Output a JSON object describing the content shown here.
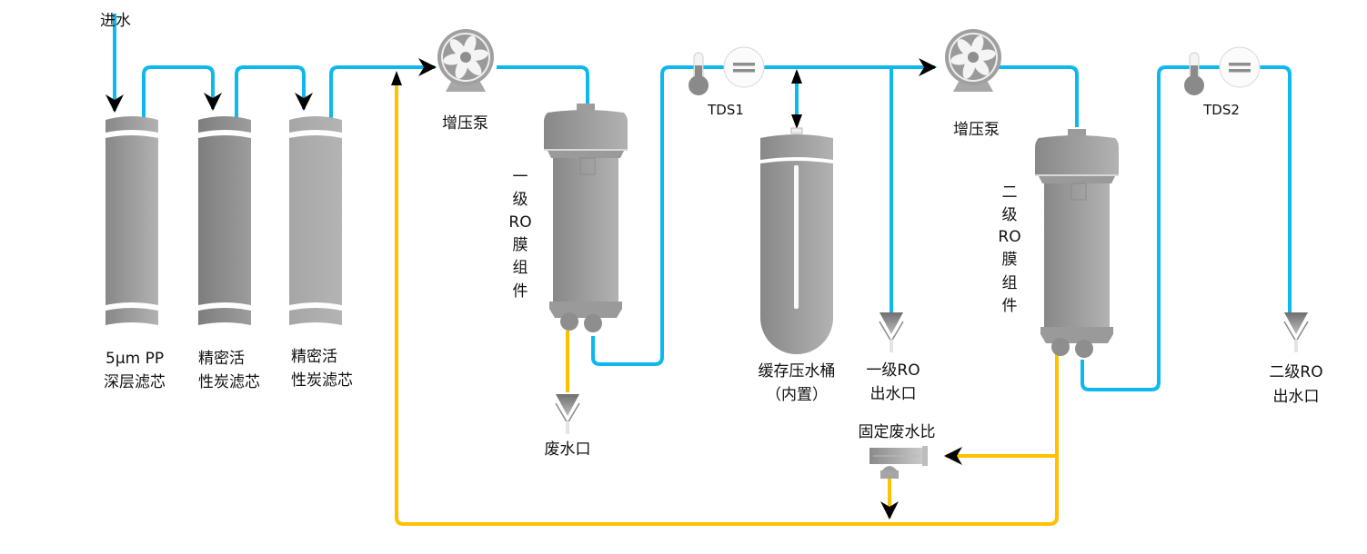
{
  "title": "二级RO纯水系统流程图",
  "colors": {
    "pure_water_pipe": "#0db8ee",
    "waste_water_pipe": "#ffc000",
    "equipment": "#9a9a9a",
    "arrow": "#000000"
  },
  "inlet": {
    "label": "进水"
  },
  "filters": [
    {
      "line1": "5μm PP",
      "line2": "深层滤芯"
    },
    {
      "line1": "精密活",
      "line2": "性炭滤芯"
    },
    {
      "line1": "精密活",
      "line2": "性炭滤芯"
    }
  ],
  "pumps": [
    {
      "label": "增压泵"
    },
    {
      "label": "增压泵"
    }
  ],
  "ro_modules": [
    {
      "chars": [
        "一",
        "级",
        "RO",
        "膜",
        "组",
        "件"
      ]
    },
    {
      "chars": [
        "二",
        "级",
        "RO",
        "膜",
        "组",
        "件"
      ]
    }
  ],
  "sensors": [
    {
      "label": "TDS1"
    },
    {
      "label": "TDS2"
    }
  ],
  "tank": {
    "line1": "缓存压水桶",
    "line2": "（内置）"
  },
  "outlets": {
    "waste": {
      "label": "废水口"
    },
    "ro1": {
      "line1": "一级RO",
      "line2": "出水口"
    },
    "ro2": {
      "line1": "二级RO",
      "line2": "出水口"
    }
  },
  "ratio_valve": {
    "label": "固定废水比"
  }
}
